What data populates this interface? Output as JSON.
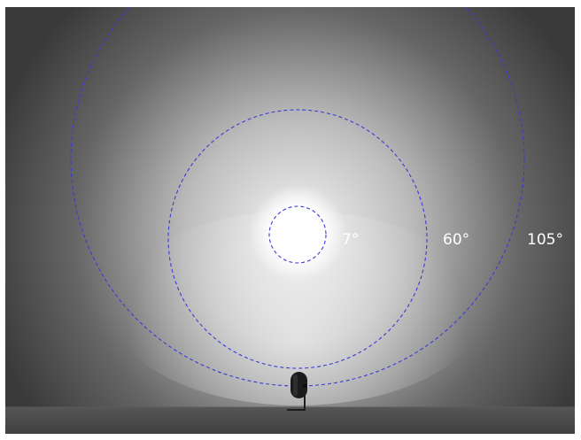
{
  "beam_angles": {
    "narrow": {
      "label": "7°",
      "degrees": 7
    },
    "medium": {
      "label": "60°",
      "degrees": 60
    },
    "wide": {
      "label": "105°",
      "degrees": 105
    }
  },
  "colors": {
    "background": "#3e3e3e",
    "floor": "#4a4a4a",
    "beam_outline": "#3b3bd6",
    "light": "#ffffff",
    "fixture": "#1b1b1b"
  }
}
